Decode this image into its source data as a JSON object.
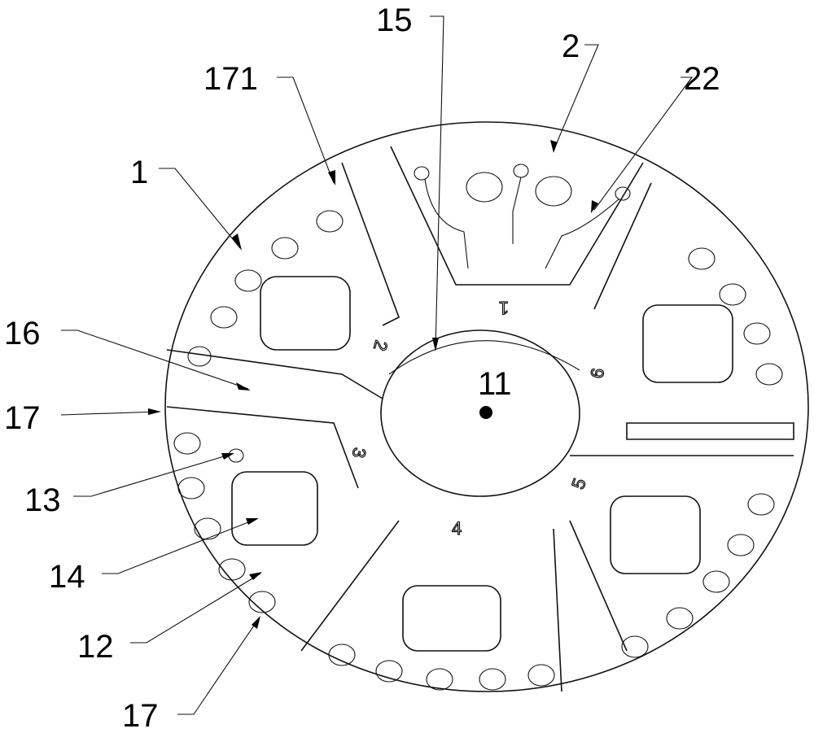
{
  "labels": {
    "l15": "15",
    "l2": "2",
    "l171": "171",
    "l22": "22",
    "l1": "1",
    "l16": "16",
    "l11": "11",
    "l17a": "17",
    "l13": "13",
    "l14": "14",
    "l12": "12",
    "l17b": "17"
  },
  "engraved": [
    "1",
    "2",
    "3",
    "4",
    "5",
    "6"
  ]
}
